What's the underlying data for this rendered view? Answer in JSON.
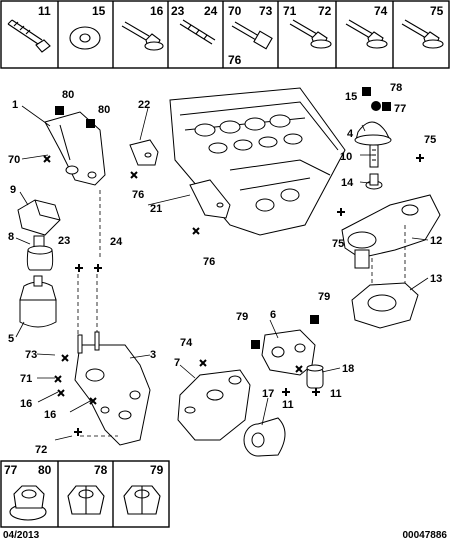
{
  "header_refs": {
    "c1": "11",
    "c2": "15",
    "c3": "16",
    "c4a": "23",
    "c4b": "24",
    "c5a": "70",
    "c5b": "73",
    "c5c": "76",
    "c6a": "71",
    "c6b": "72",
    "c7": "74",
    "c8": "75"
  },
  "footer_refs": {
    "c1a": "77",
    "c1b": "80",
    "c2": "78",
    "c3": "79"
  },
  "callouts": {
    "n80a": "80",
    "n80b": "80",
    "n1": "1",
    "n70": "70",
    "n9": "9",
    "n8": "8",
    "n23": "23",
    "n24": "24",
    "n5": "5",
    "n22": "22",
    "n76a": "76",
    "n21": "21",
    "n76b": "76",
    "n78": "78",
    "n15": "15",
    "n77": "77",
    "n4": "4",
    "n10": "10",
    "n75a": "75",
    "n14": "14",
    "n75b": "75",
    "n12": "12",
    "n13": "13",
    "n79a": "79",
    "n79b": "79",
    "n6": "6",
    "n74": "74",
    "n7": "7",
    "n3": "3",
    "n73": "73",
    "n71": "71",
    "n16a": "16",
    "n16b": "16",
    "n72": "72",
    "n18": "18",
    "n17": "17",
    "n11a": "11",
    "n11b": "11"
  },
  "footer": {
    "date": "04/2013",
    "code": "00047886"
  }
}
